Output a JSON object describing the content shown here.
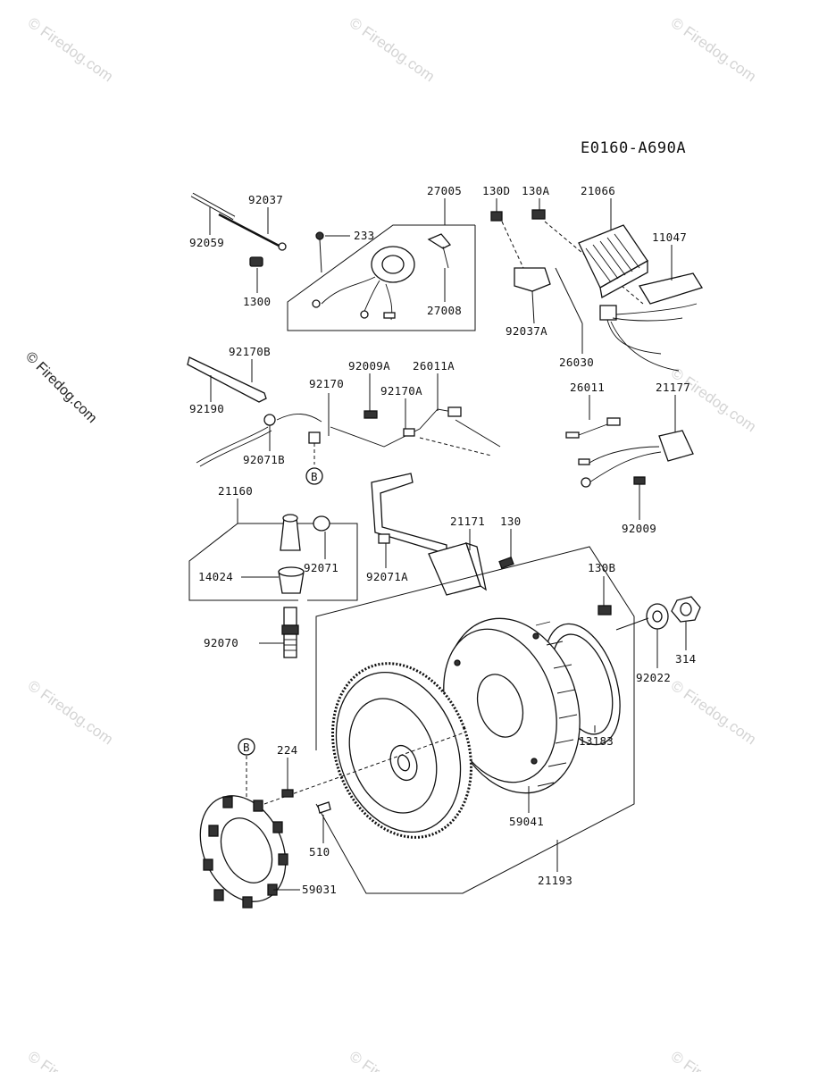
{
  "diagram_code": "E0160-A690A",
  "watermark": "© Firedog.com",
  "side_watermark": "© Firedog.com",
  "callout_B": "B",
  "parts": {
    "p92059": "92059",
    "p92037": "92037",
    "p1300": "1300",
    "p27005": "27005",
    "p233": "233",
    "p27008": "27008",
    "p130D": "130D",
    "p130A": "130A",
    "p21066": "21066",
    "p11047": "11047",
    "p92037A": "92037A",
    "p26030": "26030",
    "p92170B": "92170B",
    "p92190": "92190",
    "p92170": "92170",
    "p92009A": "92009A",
    "p92170A": "92170A",
    "p26011A": "26011A",
    "p92071B": "92071B",
    "p26011": "26011",
    "p21177": "21177",
    "p92009": "92009",
    "p21160": "21160",
    "p21171": "21171",
    "p130": "130",
    "p14024": "14024",
    "p92071": "92071",
    "p92071A": "92071A",
    "p130B": "130B",
    "p92070": "92070",
    "p314": "314",
    "p92022": "92022",
    "p13183": "13183",
    "p224": "224",
    "p59041": "59041",
    "p510": "510",
    "p21193": "21193",
    "p59031": "59031"
  }
}
